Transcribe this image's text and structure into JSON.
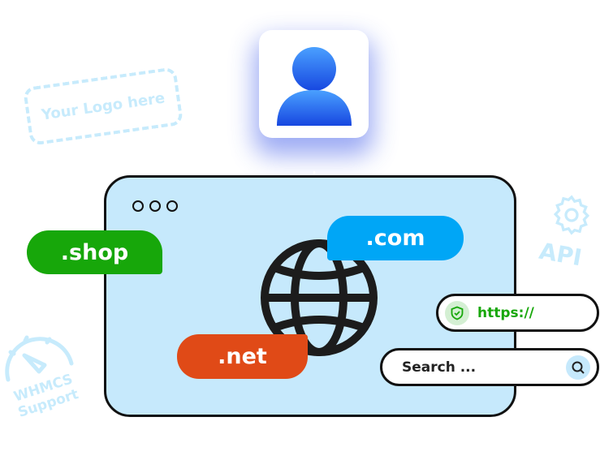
{
  "logo_placeholder": "Your Logo here",
  "domains": {
    "shop": ".shop",
    "com": ".com",
    "net": ".net"
  },
  "https_field": {
    "text": "https://",
    "icon": "shield-check-icon"
  },
  "search_field": {
    "placeholder": "Search ...",
    "icon": "search-icon"
  },
  "api_label": "API",
  "support_label": {
    "line1": "WHMCS",
    "line2": "Support"
  },
  "colors": {
    "shop": "#17a70a",
    "com": "#00a6f6",
    "net": "#e04a17",
    "browser_bg": "#c6e9fc",
    "faint": "#c7ebfc"
  }
}
